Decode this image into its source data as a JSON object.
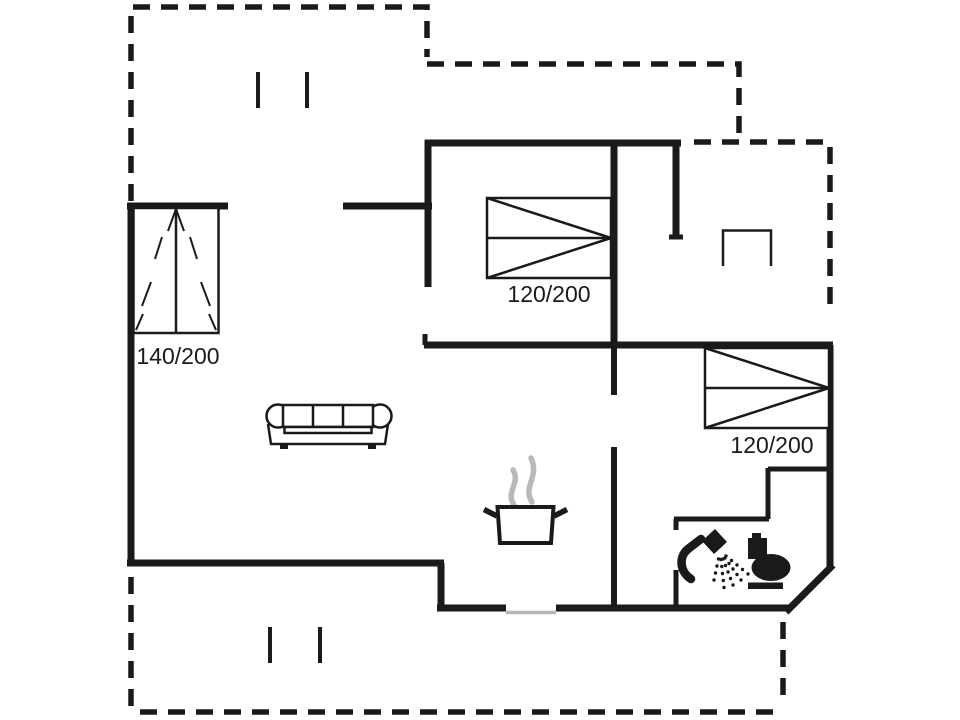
{
  "meta": {
    "type": "holiday-house-floor-plan",
    "background": "#ffffff"
  },
  "colors": {
    "line": "#1a1a1a",
    "steam_gray": "#b9b9b9",
    "threshold_gray": "#b6b6b6"
  },
  "beds": [
    {
      "id": "double-bed-top-left",
      "size_label": "140/200"
    },
    {
      "id": "single-bed-top-middle",
      "size_label": "120/200"
    },
    {
      "id": "single-bed-right",
      "size_label": "120/200"
    }
  ],
  "fixtures": [
    "sofa",
    "cooking-pot-with-steam",
    "shower",
    "toilet",
    "side-table"
  ],
  "boundaries": [
    "terrace-dashed-outline-top",
    "terrace-dashed-outline-bottom",
    "exterior-walls",
    "interior-walls"
  ],
  "labels": {
    "bed_140": "140/200",
    "bed_120_top": "120/200",
    "bed_120_right": "120/200"
  }
}
